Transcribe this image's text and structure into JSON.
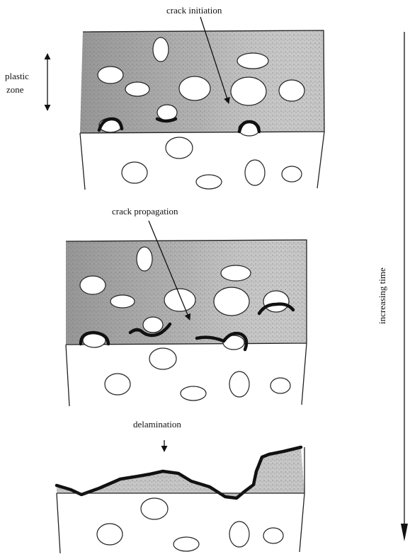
{
  "labels": {
    "crack_initiation": "crack initiation",
    "plastic_zone_line1": "plastic",
    "plastic_zone_line2": "zone",
    "crack_propagation": "crack propagation",
    "delamination": "delamination",
    "increasing_time": "increasing time"
  },
  "colors": {
    "ink": "#111111",
    "plastic_zone_fill": "#b9b9b9",
    "plastic_zone_dark": "#8f8f8f"
  }
}
